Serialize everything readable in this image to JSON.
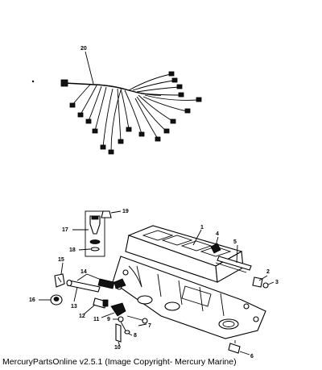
{
  "callouts": {
    "c1": "1",
    "c2": "2",
    "c3": "3",
    "c4": "4",
    "c5": "5",
    "c6": "6",
    "c7": "7",
    "c8": "8",
    "c9": "9",
    "c10": "10",
    "c11": "11",
    "c12": "12",
    "c13": "13",
    "c14": "14",
    "c15": "15",
    "c16": "16",
    "c17": "17",
    "c18": "18",
    "c19": "19",
    "c20": "20"
  },
  "footer": {
    "text": "MercuryPartsOnline v2.5.1 (Image Copyright- Mercury Marine)"
  }
}
